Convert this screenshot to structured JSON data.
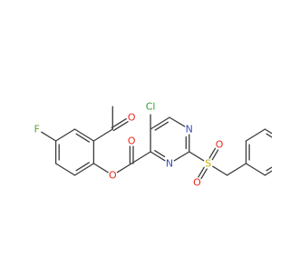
{
  "colors": {
    "bond": "#3a3a3a",
    "C": "#3a3a3a",
    "N": "#3b4cc0",
    "O": "#e8291c",
    "S": "#c9b000",
    "F": "#5fa03c",
    "Cl": "#2f9e2f"
  },
  "atoms": [
    {
      "id": "cl",
      "label": "Cl",
      "element": "Cl"
    },
    {
      "id": "n1",
      "label": "N",
      "element": "N"
    },
    {
      "id": "n2",
      "label": "N",
      "element": "N"
    },
    {
      "id": "s",
      "label": "S",
      "element": "S"
    },
    {
      "id": "os1",
      "label": "O",
      "element": "O"
    },
    {
      "id": "os2",
      "label": "O",
      "element": "O"
    },
    {
      "id": "oc",
      "label": "O",
      "element": "O"
    },
    {
      "id": "oe",
      "label": "O",
      "element": "O"
    },
    {
      "id": "oa",
      "label": "O",
      "element": "O"
    },
    {
      "id": "f",
      "label": "F",
      "element": "F"
    }
  ]
}
